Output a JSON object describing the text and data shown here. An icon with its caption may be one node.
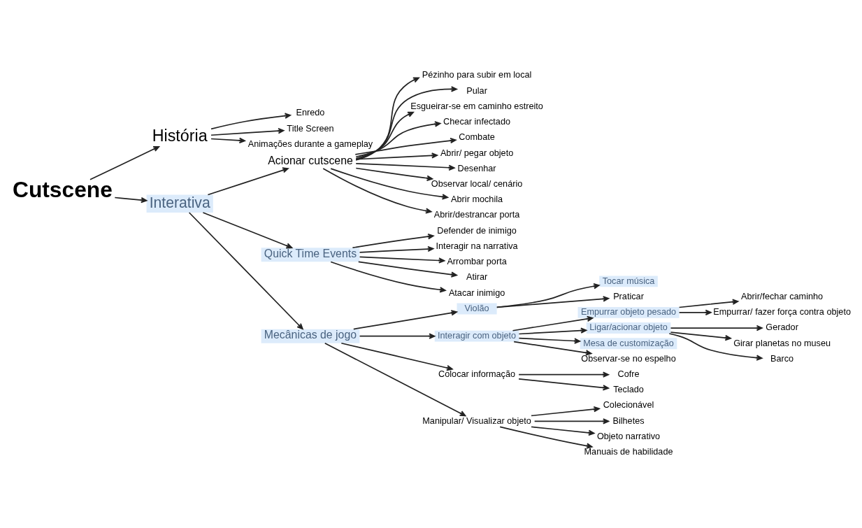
{
  "diagram": {
    "nodes": [
      {
        "text": [
          "Cutscene"
        ]
      },
      {
        "text": [
          "História"
        ]
      },
      {
        "text": [
          "Enredo"
        ]
      },
      {
        "text": [
          "Title Screen"
        ]
      },
      {
        "text": [
          "Animações durante a gameplay"
        ]
      },
      {
        "text": [
          "Interativa"
        ]
      },
      {
        "text": [
          "Acionar cutscene"
        ]
      },
      {
        "text": [
          "Pézinho para subir em local"
        ]
      },
      {
        "text": [
          "Pular"
        ]
      },
      {
        "text": [
          "Esgueirar-se em caminho estreito"
        ]
      },
      {
        "text": [
          "Checar infectado"
        ]
      },
      {
        "text": [
          "Combate"
        ]
      },
      {
        "text": [
          "Abrir/ pegar objeto"
        ]
      },
      {
        "text": [
          "Desenhar"
        ]
      },
      {
        "text": [
          "Observar local/ cenário"
        ]
      },
      {
        "text": [
          "Abrir mochila"
        ]
      },
      {
        "text": [
          "Abrir/destrancar porta"
        ]
      },
      {
        "text": [
          "Quick Time Events"
        ]
      },
      {
        "text": [
          "Defender de inimigo"
        ]
      },
      {
        "text": [
          "Interagir na narrativa"
        ]
      },
      {
        "text": [
          "Arrombar porta"
        ]
      },
      {
        "text": [
          "Atirar"
        ]
      },
      {
        "text": [
          "Atacar inimigo"
        ]
      },
      {
        "text": [
          "Mecânicas de jogo"
        ]
      },
      {
        "text": [
          "Violão"
        ]
      },
      {
        "text": [
          "Tocar música"
        ]
      },
      {
        "text": [
          "Praticar"
        ]
      },
      {
        "text": [
          "Interagir com objeto"
        ]
      },
      {
        "text": [
          "Empurrar objeto pesado"
        ]
      },
      {
        "text": [
          "Abrir/fechar caminho"
        ]
      },
      {
        "text": [
          "Empurrar/ fazer força contra objeto"
        ]
      },
      {
        "text": [
          "Ligar/acionar objeto"
        ]
      },
      {
        "text": [
          "Gerador"
        ]
      },
      {
        "text": [
          "Girar planetas no museu"
        ]
      },
      {
        "text": [
          "Barco"
        ]
      },
      {
        "text": [
          "Mesa de customização"
        ]
      },
      {
        "text": [
          "Observar-se no espelho"
        ]
      },
      {
        "text": [
          "Colocar informação"
        ]
      },
      {
        "text": [
          "Cofre"
        ]
      },
      {
        "text": [
          "Teclado"
        ]
      },
      {
        "text": [
          "Manipular/ Visualizar objeto"
        ]
      },
      {
        "text": [
          "Colecionável"
        ]
      },
      {
        "text": [
          "Bilhetes"
        ]
      },
      {
        "text": [
          "Objeto narrativo"
        ]
      },
      {
        "text": [
          "Manuais de habilidade"
        ]
      }
    ],
    "edges": [
      {
        "from": 0,
        "to": 1,
        "arrow": "to"
      },
      {
        "from": 1,
        "to": 2,
        "arrow": "to"
      },
      {
        "from": 1,
        "to": 3,
        "arrow": "to"
      },
      {
        "from": 1,
        "to": 4,
        "arrow": "to"
      },
      {
        "from": 0,
        "to": 5,
        "arrow": "to"
      },
      {
        "from": 5,
        "to": 6,
        "arrow": "to"
      },
      {
        "from": 6,
        "to": 7,
        "arrow": "to"
      },
      {
        "from": 6,
        "to": 8,
        "arrow": "to"
      },
      {
        "from": 6,
        "to": 9,
        "arrow": "to"
      },
      {
        "from": 6,
        "to": 10,
        "arrow": "to"
      },
      {
        "from": 6,
        "to": 11,
        "arrow": "to"
      },
      {
        "from": 6,
        "to": 12,
        "arrow": "to"
      },
      {
        "from": 6,
        "to": 13,
        "arrow": "to"
      },
      {
        "from": 6,
        "to": 14,
        "arrow": "to"
      },
      {
        "from": 6,
        "to": 15,
        "arrow": "to"
      },
      {
        "from": 6,
        "to": 16,
        "arrow": "to"
      },
      {
        "from": 5,
        "to": 17,
        "arrow": "to"
      },
      {
        "from": 17,
        "to": 18,
        "arrow": "to"
      },
      {
        "from": 17,
        "to": 19,
        "arrow": "to"
      },
      {
        "from": 17,
        "to": 20,
        "arrow": "to"
      },
      {
        "from": 17,
        "to": 21,
        "arrow": "to"
      },
      {
        "from": 17,
        "to": 22,
        "arrow": "to"
      },
      {
        "from": 5,
        "to": 23,
        "arrow": "to"
      },
      {
        "from": 23,
        "to": 24,
        "arrow": "to"
      },
      {
        "from": 24,
        "to": 25,
        "arrow": "to"
      },
      {
        "from": 24,
        "to": 26,
        "arrow": "to"
      },
      {
        "from": 23,
        "to": 27,
        "arrow": "to"
      },
      {
        "from": 27,
        "to": 28,
        "arrow": "to"
      },
      {
        "from": 28,
        "to": 29,
        "arrow": "to"
      },
      {
        "from": 28,
        "to": 30,
        "arrow": "to"
      },
      {
        "from": 27,
        "to": 31,
        "arrow": "to"
      },
      {
        "from": 31,
        "to": 32,
        "arrow": "to"
      },
      {
        "from": 31,
        "to": 33,
        "arrow": "to"
      },
      {
        "from": 31,
        "to": 34,
        "arrow": "to"
      },
      {
        "from": 27,
        "to": 35,
        "arrow": "to"
      },
      {
        "from": 27,
        "to": 36,
        "arrow": "to"
      },
      {
        "from": 23,
        "to": 37,
        "arrow": "to"
      },
      {
        "from": 37,
        "to": 38,
        "arrow": "to"
      },
      {
        "from": 37,
        "to": 39,
        "arrow": "to"
      },
      {
        "from": 23,
        "to": 40,
        "arrow": "to"
      },
      {
        "from": 40,
        "to": 41,
        "arrow": "to"
      },
      {
        "from": 40,
        "to": 42,
        "arrow": "to"
      },
      {
        "from": 40,
        "to": 43,
        "arrow": "to"
      },
      {
        "from": 40,
        "to": 44,
        "arrow": "to"
      }
    ]
  }
}
